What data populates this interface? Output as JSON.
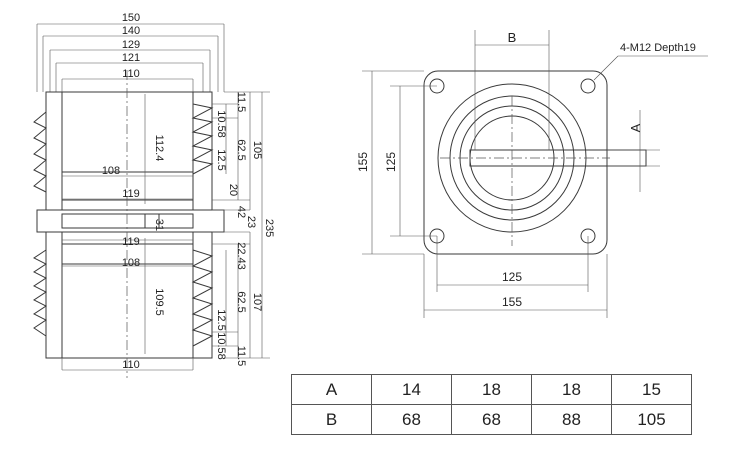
{
  "side_view": {
    "top_widths": [
      "150",
      "140",
      "129",
      "121",
      "110"
    ],
    "bottom_width": "110",
    "inner_labels": {
      "top_inner": "108",
      "top_mid": "119",
      "bot_mid": "119",
      "bot_inner": "108",
      "slot": "31",
      "top_height": "112.4",
      "bot_height": "109.5"
    },
    "right_upper": [
      "11.5",
      "10.58",
      "12.5",
      "62.5",
      "105",
      "20",
      "42"
    ],
    "right_mid": [
      "23",
      "235",
      "22.43"
    ],
    "right_lower": [
      "62.5",
      "107",
      "12.5",
      "10.58",
      "11.5"
    ]
  },
  "top_view": {
    "label_b": "B",
    "label_a": "A",
    "hole_note": "4-M12 Depth19",
    "height_outer": "155",
    "height_inner": "125",
    "width_inner": "125",
    "width_outer": "155"
  },
  "table": {
    "rows": [
      {
        "label": "A",
        "values": [
          "14",
          "18",
          "18",
          "15"
        ]
      },
      {
        "label": "B",
        "values": [
          "68",
          "68",
          "88",
          "105"
        ]
      }
    ]
  }
}
